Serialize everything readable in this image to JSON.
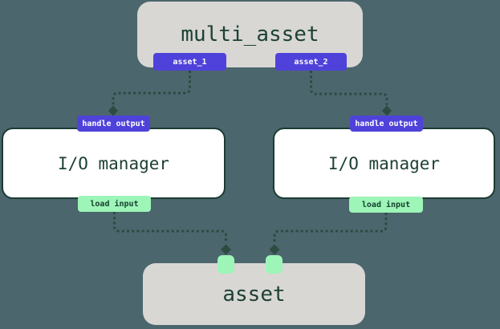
{
  "nodes": {
    "multi_asset": {
      "label": "multi_asset"
    },
    "outputs": [
      {
        "label": "asset_1"
      },
      {
        "label": "asset_2"
      }
    ],
    "io_managers": [
      {
        "label": "I/O manager",
        "top_badge": "handle output",
        "bottom_badge": "load input"
      },
      {
        "label": "I/O manager",
        "top_badge": "handle output",
        "bottom_badge": "load input"
      }
    ],
    "asset": {
      "label": "asset"
    }
  },
  "colors": {
    "background": "#4c666d",
    "node_fill_gray": "#d8d7d4",
    "node_fill_white": "#ffffff",
    "node_border_dark": "#1c3b33",
    "badge_purple": "#4f42da",
    "badge_green": "#9df5b8",
    "connector_dash": "#2c4b43",
    "text_dark_teal": "#1e4035",
    "badge_text_light": "#ffffff",
    "badge_text_dark": "#16402f"
  }
}
